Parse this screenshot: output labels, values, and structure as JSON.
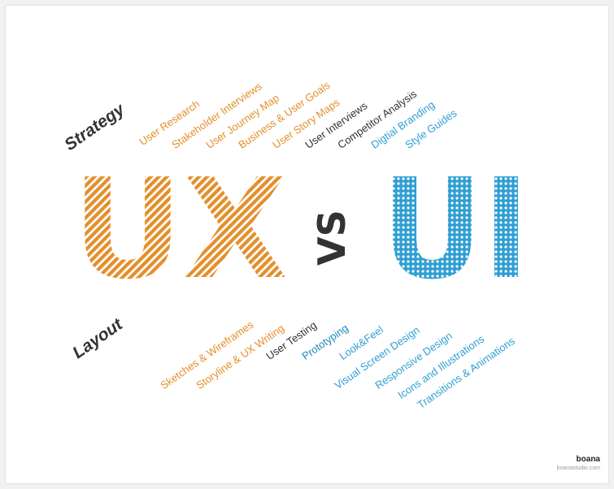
{
  "colors": {
    "orange": "#e38f2b",
    "dark": "#333333",
    "blue": "#2f9fd3",
    "blue_dark": "#1d88be"
  },
  "title": {
    "ux": "UX",
    "vs": "VS",
    "ui": "UI"
  },
  "strategy": {
    "heading": "Strategy",
    "items": [
      {
        "label": "User Research",
        "color": "orange"
      },
      {
        "label": "Stakeholder Interviews",
        "color": "orange"
      },
      {
        "label": "User Journey Map",
        "color": "orange"
      },
      {
        "label": "Business & User Goals",
        "color": "orange"
      },
      {
        "label": "User Story Maps",
        "color": "orange"
      },
      {
        "label": "User Interviews",
        "color": "dark"
      },
      {
        "label": "Competitor Analysis",
        "color": "dark"
      },
      {
        "label": "Digtial Branding",
        "color": "blue"
      },
      {
        "label": "Style Guides",
        "color": "blue"
      }
    ]
  },
  "layout": {
    "heading": "Layout",
    "items": [
      {
        "label": "Sketches & Wireframes",
        "color": "orange"
      },
      {
        "label": "Storyline & UX Writing",
        "color": "orange"
      },
      {
        "label": "User Testing",
        "color": "dark"
      },
      {
        "label": "Prototyping",
        "color": "blue_dark"
      },
      {
        "label": "Look&Feel",
        "color": "blue"
      },
      {
        "label": "Visual Screen Design",
        "color": "blue"
      },
      {
        "label": "Responsive Design",
        "color": "blue"
      },
      {
        "label": "Icons and Illustrations",
        "color": "blue"
      },
      {
        "label": "Transitions & Animations",
        "color": "blue"
      }
    ]
  },
  "brand": {
    "name": "boana",
    "url": "boanastudio.com"
  }
}
